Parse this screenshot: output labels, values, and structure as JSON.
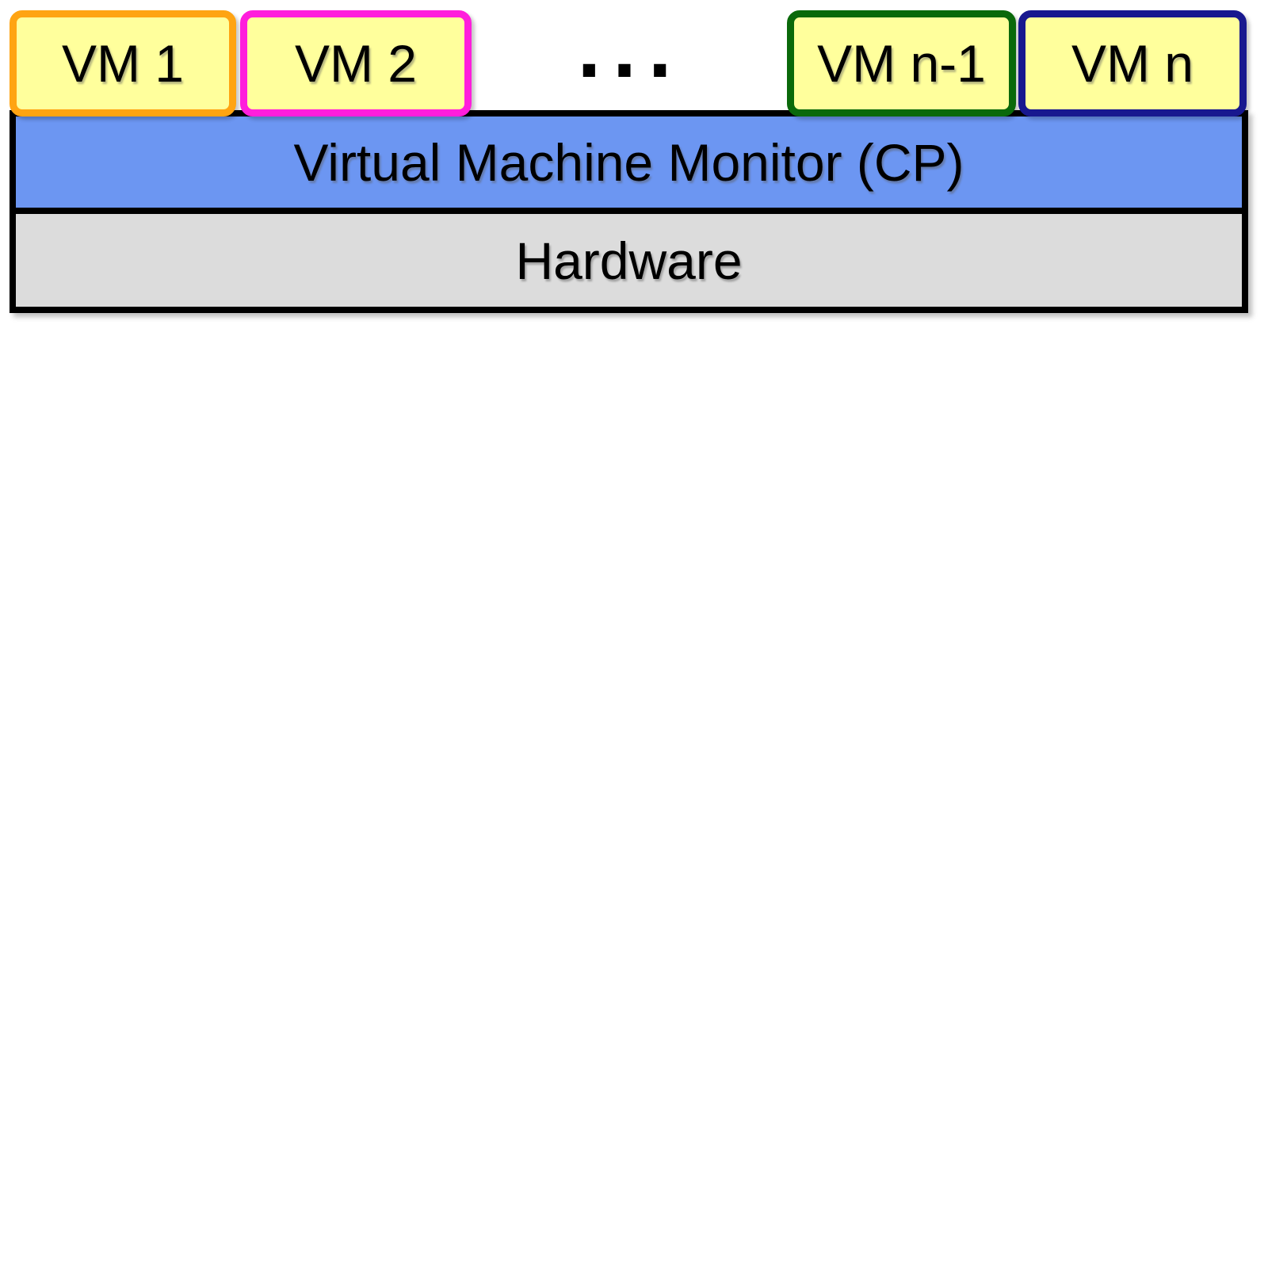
{
  "diagram": {
    "title_semantic": "virtual-machine-architecture-stack",
    "vm_fill_color": "#FFFF9C",
    "vms": [
      {
        "label": "VM 1",
        "border_color": "#FFA412"
      },
      {
        "label": "VM 2",
        "border_color": "#FF1EDC"
      },
      {
        "label": "VM n-1",
        "border_color": "#0A690A"
      },
      {
        "label": "VM n",
        "border_color": "#18188F"
      }
    ],
    "ellipsis": "...",
    "layers": [
      {
        "label": "Virtual Machine Monitor (CP)",
        "fill_color": "#6C96F2"
      },
      {
        "label": "Hardware",
        "fill_color": "#DCDCDC"
      }
    ],
    "border_color": "#000000"
  }
}
